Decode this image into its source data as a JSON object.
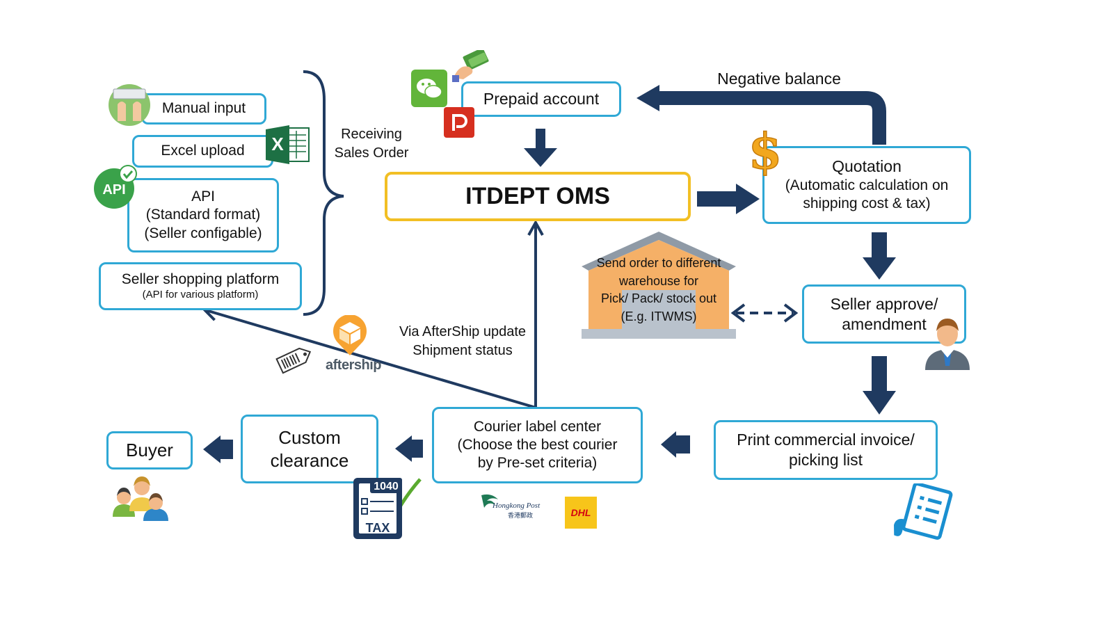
{
  "nodes": {
    "manual_input": "Manual input",
    "excel_upload": "Excel upload",
    "api": {
      "line1": "API",
      "line2": "(Standard format)",
      "line3": "(Seller configable)"
    },
    "seller_platform": {
      "line1": "Seller shopping platform",
      "line2": "(API for various platform)"
    },
    "receiving": {
      "line1": "Receiving",
      "line2": "Sales Order"
    },
    "prepaid": "Prepaid account",
    "negative_balance": "Negative balance",
    "oms": "ITDEPT OMS",
    "quotation": {
      "line1": "Quotation",
      "line2": "(Automatic calculation on",
      "line3": "shipping cost & tax)"
    },
    "warehouse": {
      "line1": "Send order to different",
      "line2": "warehouse  for",
      "line3": "Pick/ Pack/ stock out",
      "line4": "(E.g. ITWMS)"
    },
    "seller_approve": {
      "line1": "Seller approve/",
      "line2": "amendment"
    },
    "aftership_note": {
      "line1": "Via AfterShip update",
      "line2": "Shipment status"
    },
    "print_invoice": {
      "line1": "Print commercial invoice/",
      "line2": "picking list"
    },
    "courier": {
      "line1": "Courier label center",
      "line2": "(Choose the best courier",
      "line3": "by Pre-set criteria)"
    },
    "custom": {
      "line1": "Custom",
      "line2": "clearance"
    },
    "buyer": "Buyer"
  },
  "logos": {
    "api_badge": "API",
    "excel_letter": "X",
    "aftership": "aftership",
    "tax_form_number": "1040",
    "tax_form_label": "TAX",
    "hongkong_post": "Hongkong Post",
    "hongkong_post_chinese": "香港郵政",
    "dhl": "DHL"
  },
  "icons": [
    "keyboard-hands-icon",
    "excel-icon",
    "api-badge-icon",
    "wechat-icon",
    "money-hand-icon",
    "paypal-icon",
    "dollar-icon",
    "warehouse-icon",
    "businessman-icon",
    "aftership-logo-icon",
    "barcode-tag-icon",
    "invoice-scroll-icon",
    "tax-form-icon",
    "people-group-icon",
    "hongkong-post-logo-icon",
    "dhl-logo-icon"
  ],
  "colors": {
    "box_border": "#2fa8d5",
    "oms_border": "#f2bf24",
    "arrow": "#1f3a60"
  }
}
